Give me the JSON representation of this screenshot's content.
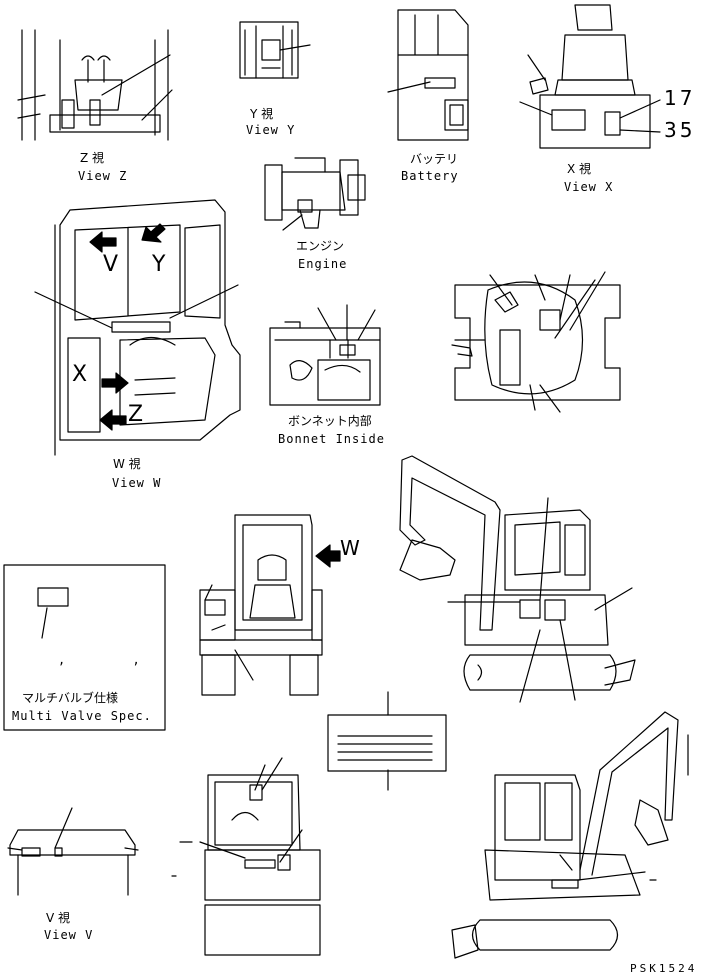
{
  "view_z": {
    "jp": "Z 視",
    "en": "View Z"
  },
  "view_y": {
    "jp": "Y 視",
    "en": "View Y"
  },
  "battery": {
    "jp": "バッテリ",
    "en": "Battery"
  },
  "view_x": {
    "jp": "X 視",
    "en": "View X",
    "num1": "17",
    "num2": "35"
  },
  "engine": {
    "jp": "エンジン",
    "en": "Engine"
  },
  "view_w": {
    "jp": "W 視",
    "en": "View W"
  },
  "cab_letters": {
    "v": "V",
    "y": "Y",
    "x": "X",
    "z": "Z"
  },
  "bonnet": {
    "jp": "ボンネット内部",
    "en": "Bonnet Inside"
  },
  "arrow_w": {
    "letter": "W"
  },
  "multi_valve": {
    "jp": "マルチバルブ仕様",
    "en": "Multi Valve Spec.",
    "marks": ", ,"
  },
  "view_v": {
    "jp": "V 視",
    "en": "View V"
  },
  "part_code": "PSK1524"
}
